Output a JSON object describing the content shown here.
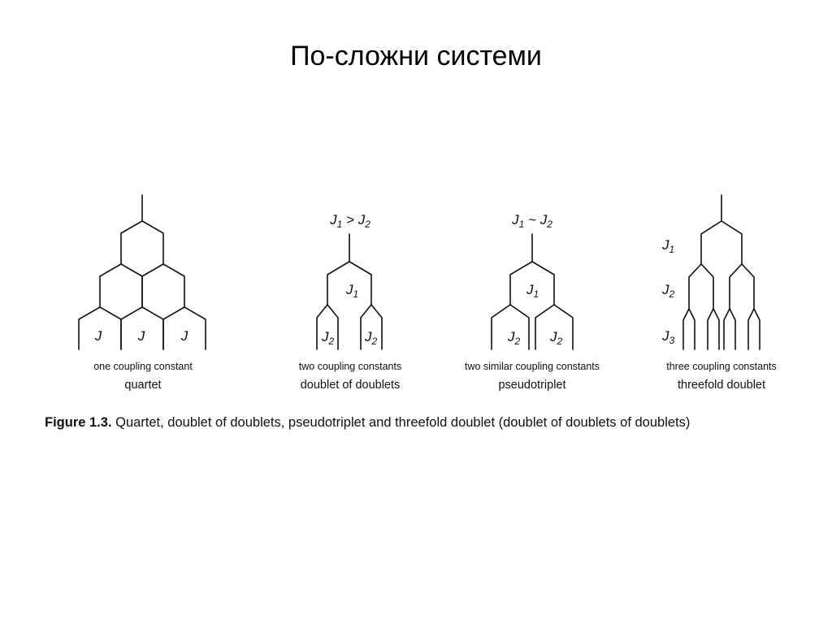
{
  "slide": {
    "title": "По-сложни системи"
  },
  "figure": {
    "panels": [
      {
        "header": "",
        "desc": "one coupling constant",
        "name": "quartet",
        "lines": [
          "J",
          "J",
          "J"
        ]
      },
      {
        "header_j1": "J",
        "header_s1": "1",
        "header_op": " > ",
        "header_j2": "J",
        "header_s2": "2",
        "desc": "two coupling constants",
        "name": "doublet of doublets",
        "j1": "J",
        "s1": "1",
        "j2": "J",
        "s2": "2"
      },
      {
        "header_j1": "J",
        "header_s1": "1",
        "header_op": " ~ ",
        "header_j2": "J",
        "header_s2": "2",
        "desc": "two similar coupling constants",
        "name": "pseudotriplet",
        "j1": "J",
        "s1": "1",
        "j2": "J",
        "s2": "2"
      },
      {
        "desc": "three coupling constants",
        "name": "threefold doublet",
        "levels": [
          {
            "j": "J",
            "s": "1"
          },
          {
            "j": "J",
            "s": "2"
          },
          {
            "j": "J",
            "s": "3"
          }
        ]
      }
    ],
    "caption": {
      "label": "Figure 1.3.",
      "text": " Quartet, doublet of doublets, pseudotriplet and threefold doublet (doublet of doublets of doublets)"
    }
  }
}
